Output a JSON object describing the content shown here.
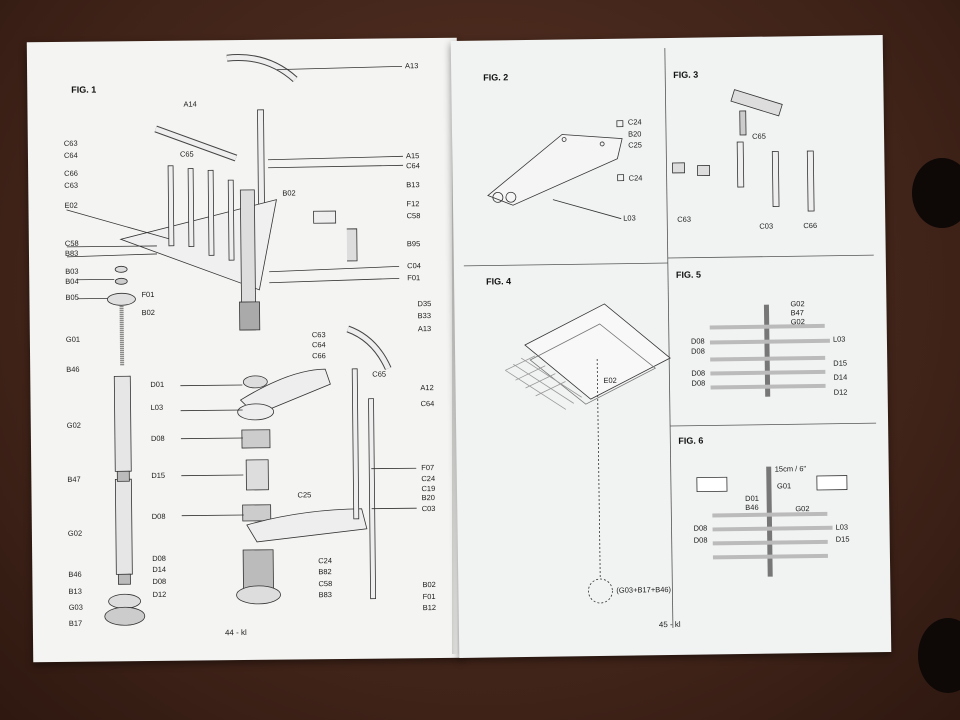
{
  "left_page": {
    "fig1_title": "FIG. 1",
    "page_number": "44 - kl",
    "labels": {
      "A13a": "A13",
      "A14": "A14",
      "C63a": "C63",
      "C64a": "C64",
      "C65a": "C65",
      "C66a": "C66",
      "C63b": "C63",
      "E02": "E02",
      "C58a": "C58",
      "B83a": "B83",
      "B03": "B03",
      "B04": "B04",
      "B05": "B05",
      "F01a": "F01",
      "B02a": "B02",
      "A15": "A15",
      "C64b": "C64",
      "B02b": "B02",
      "B13a": "B13",
      "F12": "F12",
      "C58b": "C58",
      "B95": "B95",
      "C04": "C04",
      "F01b": "F01",
      "G01": "G01",
      "B46a": "B46",
      "G02a": "G02",
      "B47": "B47",
      "G02b": "G02",
      "B46b": "B46",
      "B13b": "B13",
      "G03": "G03",
      "B17": "B17",
      "D01": "D01",
      "L03": "L03",
      "D08a": "D08",
      "D15": "D15",
      "D08b": "D08",
      "D08c": "D08",
      "D14": "D14",
      "D08d": "D08",
      "D12": "D12",
      "D35": "D35",
      "B33": "B33",
      "A13b": "A13",
      "C63c": "C63",
      "C64c": "C64",
      "C66b": "C66",
      "C65b": "C65",
      "A12": "A12",
      "C64d": "C64",
      "F07": "F07",
      "C24a": "C24",
      "C19": "C19",
      "C25a": "C25",
      "B20a": "B20",
      "C03a": "C03",
      "C24b": "C24",
      "B82": "B82",
      "C58c": "C58",
      "B83b": "B83",
      "B02c": "B02",
      "F01c": "F01",
      "B12": "B12"
    }
  },
  "right_page": {
    "page_number": "45 - kl",
    "fig2": {
      "title": "FIG. 2",
      "labels": {
        "C24a": "C24",
        "B20": "B20",
        "C25": "C25",
        "C24b": "C24",
        "L03": "L03"
      }
    },
    "fig3": {
      "title": "FIG. 3",
      "labels": {
        "C65": "C65",
        "C63": "C63",
        "C03": "C03",
        "C66": "C66"
      }
    },
    "fig4": {
      "title": "FIG. 4",
      "labels": {
        "E02": "E02",
        "base": "(G03+B17+B46)"
      }
    },
    "fig5": {
      "title": "FIG. 5",
      "labels": {
        "G02a": "G02",
        "B47": "B47",
        "G02b": "G02",
        "D08a": "D08",
        "D08b": "D08",
        "L03": "L03",
        "D15": "D15",
        "D08c": "D08",
        "D14": "D14",
        "D08d": "D08",
        "D12": "D12"
      }
    },
    "fig6": {
      "title": "FIG. 6",
      "labels": {
        "dim": "15cm / 6\"",
        "G01": "G01",
        "D01": "D01",
        "B46": "B46",
        "G02": "G02",
        "D08a": "D08",
        "L03": "L03",
        "D08b": "D08",
        "D15": "D15"
      }
    }
  },
  "colors": {
    "table": "#3e2218",
    "paper": "#f4f4f2",
    "ink": "#1b1b1b",
    "metal": "#cfcfcf"
  }
}
